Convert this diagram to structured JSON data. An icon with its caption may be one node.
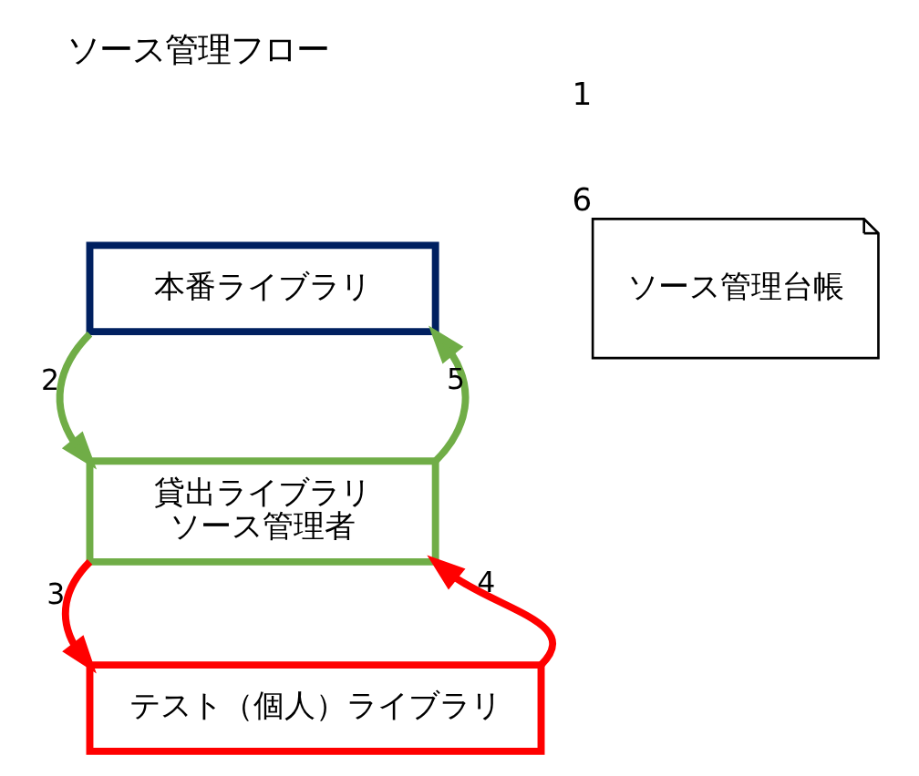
{
  "diagram": {
    "title": "ソース管理フロー",
    "nodes": [
      {
        "text": [
          "本番ライブラリ"
        ]
      },
      {
        "text": [
          "貸出ライブラリ",
          "ソース管理者"
        ]
      },
      {
        "text": [
          "テスト（個人）ライブラリ"
        ]
      },
      {
        "text": [
          "ソース管理台帳"
        ],
        "beside": [
          "1",
          "6"
        ]
      }
    ],
    "edges": [
      {
        "from": 0,
        "to": 1,
        "arrow": "to",
        "label": "2",
        "color": "#70ad47"
      },
      {
        "from": 1,
        "to": 0,
        "arrow": "to",
        "label": "5",
        "color": "#70ad47"
      },
      {
        "from": 1,
        "to": 2,
        "arrow": "to",
        "label": "3",
        "color": "#ff0000"
      },
      {
        "from": 2,
        "to": 1,
        "arrow": "to",
        "label": "4",
        "color": "#ff0000"
      }
    ]
  }
}
